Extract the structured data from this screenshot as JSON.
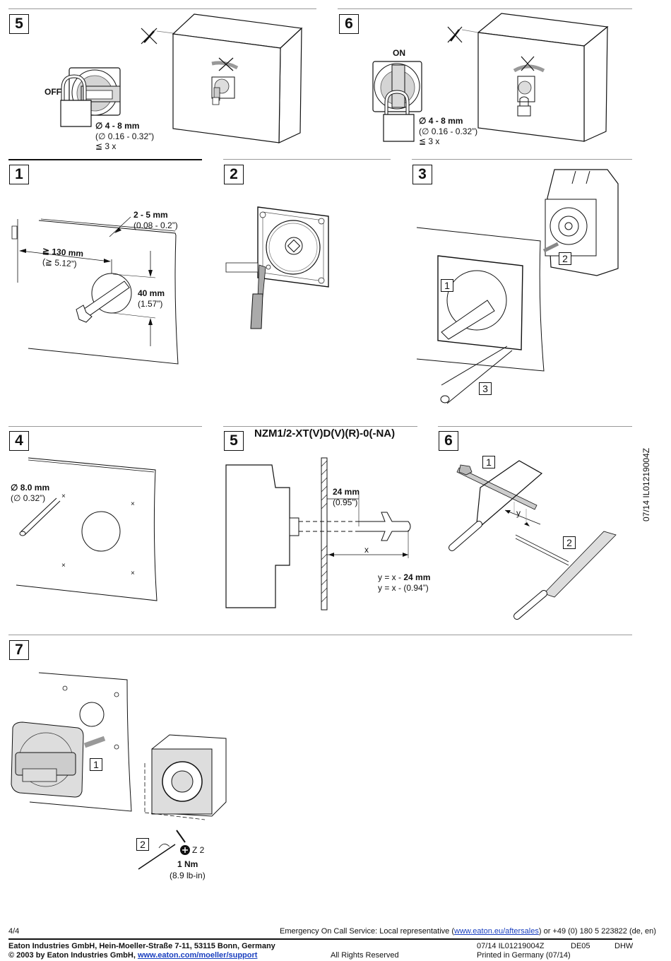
{
  "page": {
    "page_number": "4/4",
    "side_code": "07/14 IL01219004Z"
  },
  "sections": {
    "top_left": {
      "step": "5",
      "state_label": "OFF",
      "diameter_mm": "∅ 4 - 8 mm",
      "diameter_in": "(∅ 0.16 - 0.32”)",
      "count": "≦ 3 x"
    },
    "top_right": {
      "step": "6",
      "state_label": "ON",
      "diameter_mm": "∅ 4 - 8 mm",
      "diameter_in": "(∅ 0.16 - 0.32”)",
      "count": "≦ 3 x"
    },
    "step1": {
      "step": "1",
      "thickness_mm": "2 - 5 mm",
      "thickness_in": "(0.08 - 0.2”)",
      "distance_mm": "≧ 130 mm",
      "distance_in": "(≧ 5.12”)",
      "hole_mm": "40 mm",
      "hole_in": "(1.57”)"
    },
    "step2": {
      "step": "2"
    },
    "step3": {
      "step": "3",
      "callouts": [
        "1",
        "2",
        "3"
      ]
    },
    "step4": {
      "step": "4",
      "drill_mm": "∅ 8.0 mm",
      "drill_in": "(∅ 0.32”)"
    },
    "step5": {
      "step": "5",
      "title": "NZM1/2-XT(V)D(V)(R)-0(-NA)",
      "offset_mm": "24 mm",
      "offset_in": "(0.95”)",
      "x_label": "x",
      "formula_prefix": "y = x - ",
      "formula_mm": "24 mm",
      "formula_in": "y = x - (0.94”)"
    },
    "step6": {
      "step": "6",
      "callouts": [
        "1",
        "2"
      ],
      "y_label": "y"
    },
    "step7": {
      "step": "7",
      "callouts": [
        "1",
        "2"
      ],
      "bit": "Z 2",
      "torque_nm": "1 Nm",
      "torque_lbin": "(8.9 lb-in)"
    }
  },
  "footer": {
    "emergency_prefix": "Emergency On Call Service: Local representative (",
    "emergency_link": "www.eaton.eu/aftersales",
    "emergency_suffix": ") or +49 (0) 180 5 223822 (de, en)",
    "company_address": "Eaton Industries GmbH, Hein-Moeller-Straße 7-11, 53115 Bonn, Germany",
    "copyright_prefix": "© 2003 by Eaton Industries GmbH, ",
    "copyright_link": "www.eaton.com/moeller/support",
    "rights": "All Rights Reserved",
    "doc_code": "07/14 IL01219004Z",
    "printed": "Printed in Germany (07/14)",
    "lang_code": "DE05",
    "author_code": "DHW"
  }
}
